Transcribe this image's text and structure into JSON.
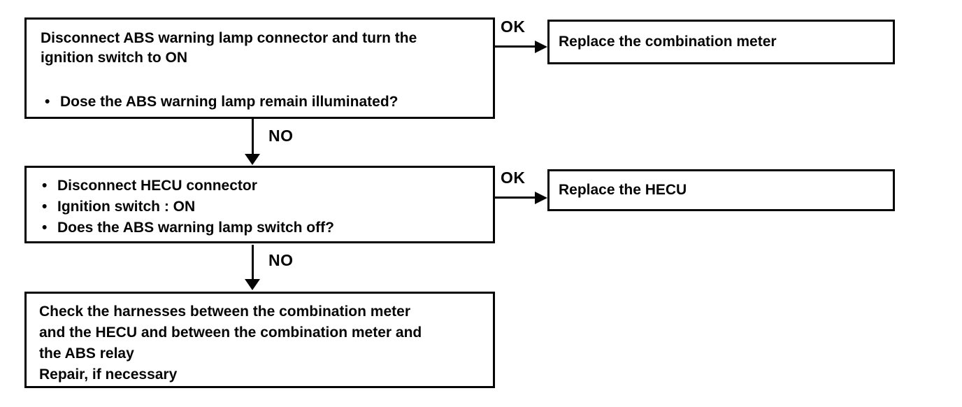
{
  "flow": {
    "bullet_char": "•",
    "step1": {
      "lines": [
        "Disconnect ABS warning lamp connector and turn the",
        "ignition switch to ON"
      ],
      "bullets": [
        "Dose the ABS warning lamp remain illuminated?"
      ]
    },
    "result1": {
      "label": "Replace the combination meter"
    },
    "step2": {
      "bullets": [
        "Disconnect HECU connector",
        "Ignition switch : ON",
        "Does the ABS warning lamp switch off?"
      ]
    },
    "result2": {
      "label": "Replace the HECU"
    },
    "step3": {
      "lines": [
        "Check the harnesses between the combination meter",
        "and the HECU and between the combination meter and",
        "the ABS relay",
        "Repair, if necessary"
      ]
    },
    "connectors": {
      "ok1": "OK",
      "no1": "NO",
      "ok2": "OK",
      "no2": "NO"
    },
    "colors": {
      "line": "#050505",
      "background": "#ffffff"
    }
  }
}
